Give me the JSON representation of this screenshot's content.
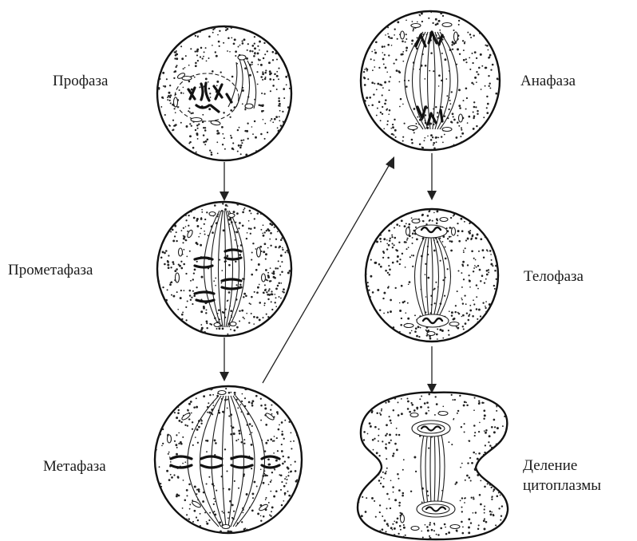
{
  "stages": {
    "prophase": "Профаза",
    "prometaphase": "Прометафаза",
    "metaphase": "Метафаза",
    "anaphase": "Анафаза",
    "telophase": "Телофаза",
    "cytokinesis_line1": "Деление",
    "cytokinesis_line2": "цитоплазмы"
  },
  "colors": {
    "ink": "#111111",
    "background": "#ffffff"
  }
}
